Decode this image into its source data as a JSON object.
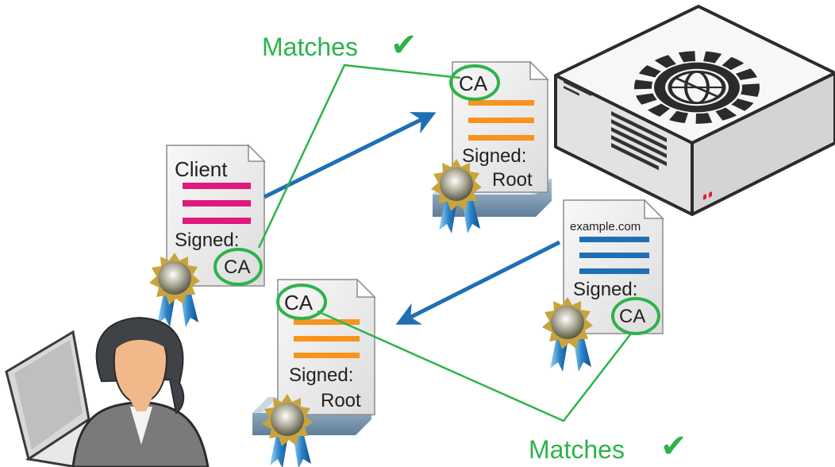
{
  "labels": {
    "matches_top": "Matches",
    "matches_bottom": "Matches",
    "check_mark": "✔"
  },
  "certificates": {
    "client": {
      "name": "Client",
      "signed_label": "Signed:",
      "issuer": "CA"
    },
    "server": {
      "name": "example.com",
      "signed_label": "Signed:",
      "issuer": "CA"
    },
    "ca_firewall": {
      "name": "CA",
      "signed_label": "Signed:",
      "issuer": "Root"
    },
    "ca_client": {
      "name": "CA",
      "signed_label": "Signed:",
      "issuer": "Root"
    }
  },
  "colors": {
    "match_green": "#2db34a",
    "arrow_blue": "#1f6fb4",
    "client_lines": "#e0187f",
    "server_lines": "#1f6fb4",
    "ca_lines": "#f7941d",
    "paper": "#eeeeee",
    "tray": "#7f9db5",
    "device": "#efefef"
  },
  "icons": [
    "certificate-seal-icon",
    "firewall-device-icon",
    "user-laptop-icon",
    "check-icon"
  ]
}
